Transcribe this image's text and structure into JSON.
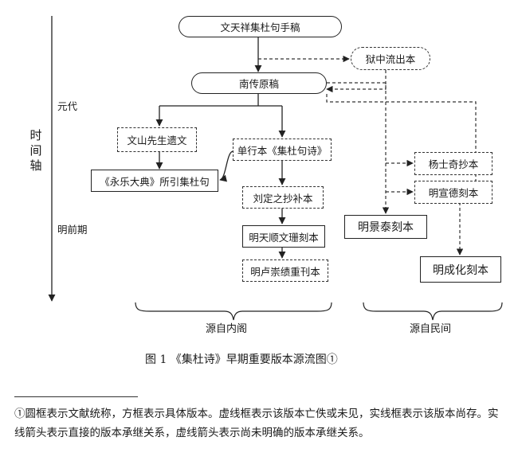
{
  "axis": {
    "title": "时间轴",
    "era_yuan": "元代",
    "era_early_ming": "明前期"
  },
  "nodes": {
    "manuscript": "文天祥集杜句手稿",
    "prison": "狱中流出本",
    "nanchuan": "南传原稿",
    "wenshan": "文山先生遗文",
    "danxing": "单行本《集杜句诗》",
    "yongle": "《永乐大典》所引集杜句",
    "liuding": "刘定之抄补本",
    "tianshun": "明天顺文珊刻本",
    "luchong": "明卢崇绩重刊本",
    "yangshiqi": "杨士奇抄本",
    "xuande": "明宣德刻本",
    "jingtai": "明景泰刻本",
    "chenghua": "明成化刻本"
  },
  "groups": {
    "palace": "源自内阁",
    "folk": "源自民间"
  },
  "caption": "图 1 《集杜诗》早期重要版本源流图①",
  "footnote": "①圆框表示文献统称，方框表示具体版本。虚线框表示该版本亡佚或未见，实线框表示该版本尚存。实线箭头表示直接的版本承继关系，虚线箭头表示尚未明确的版本承继关系。"
}
